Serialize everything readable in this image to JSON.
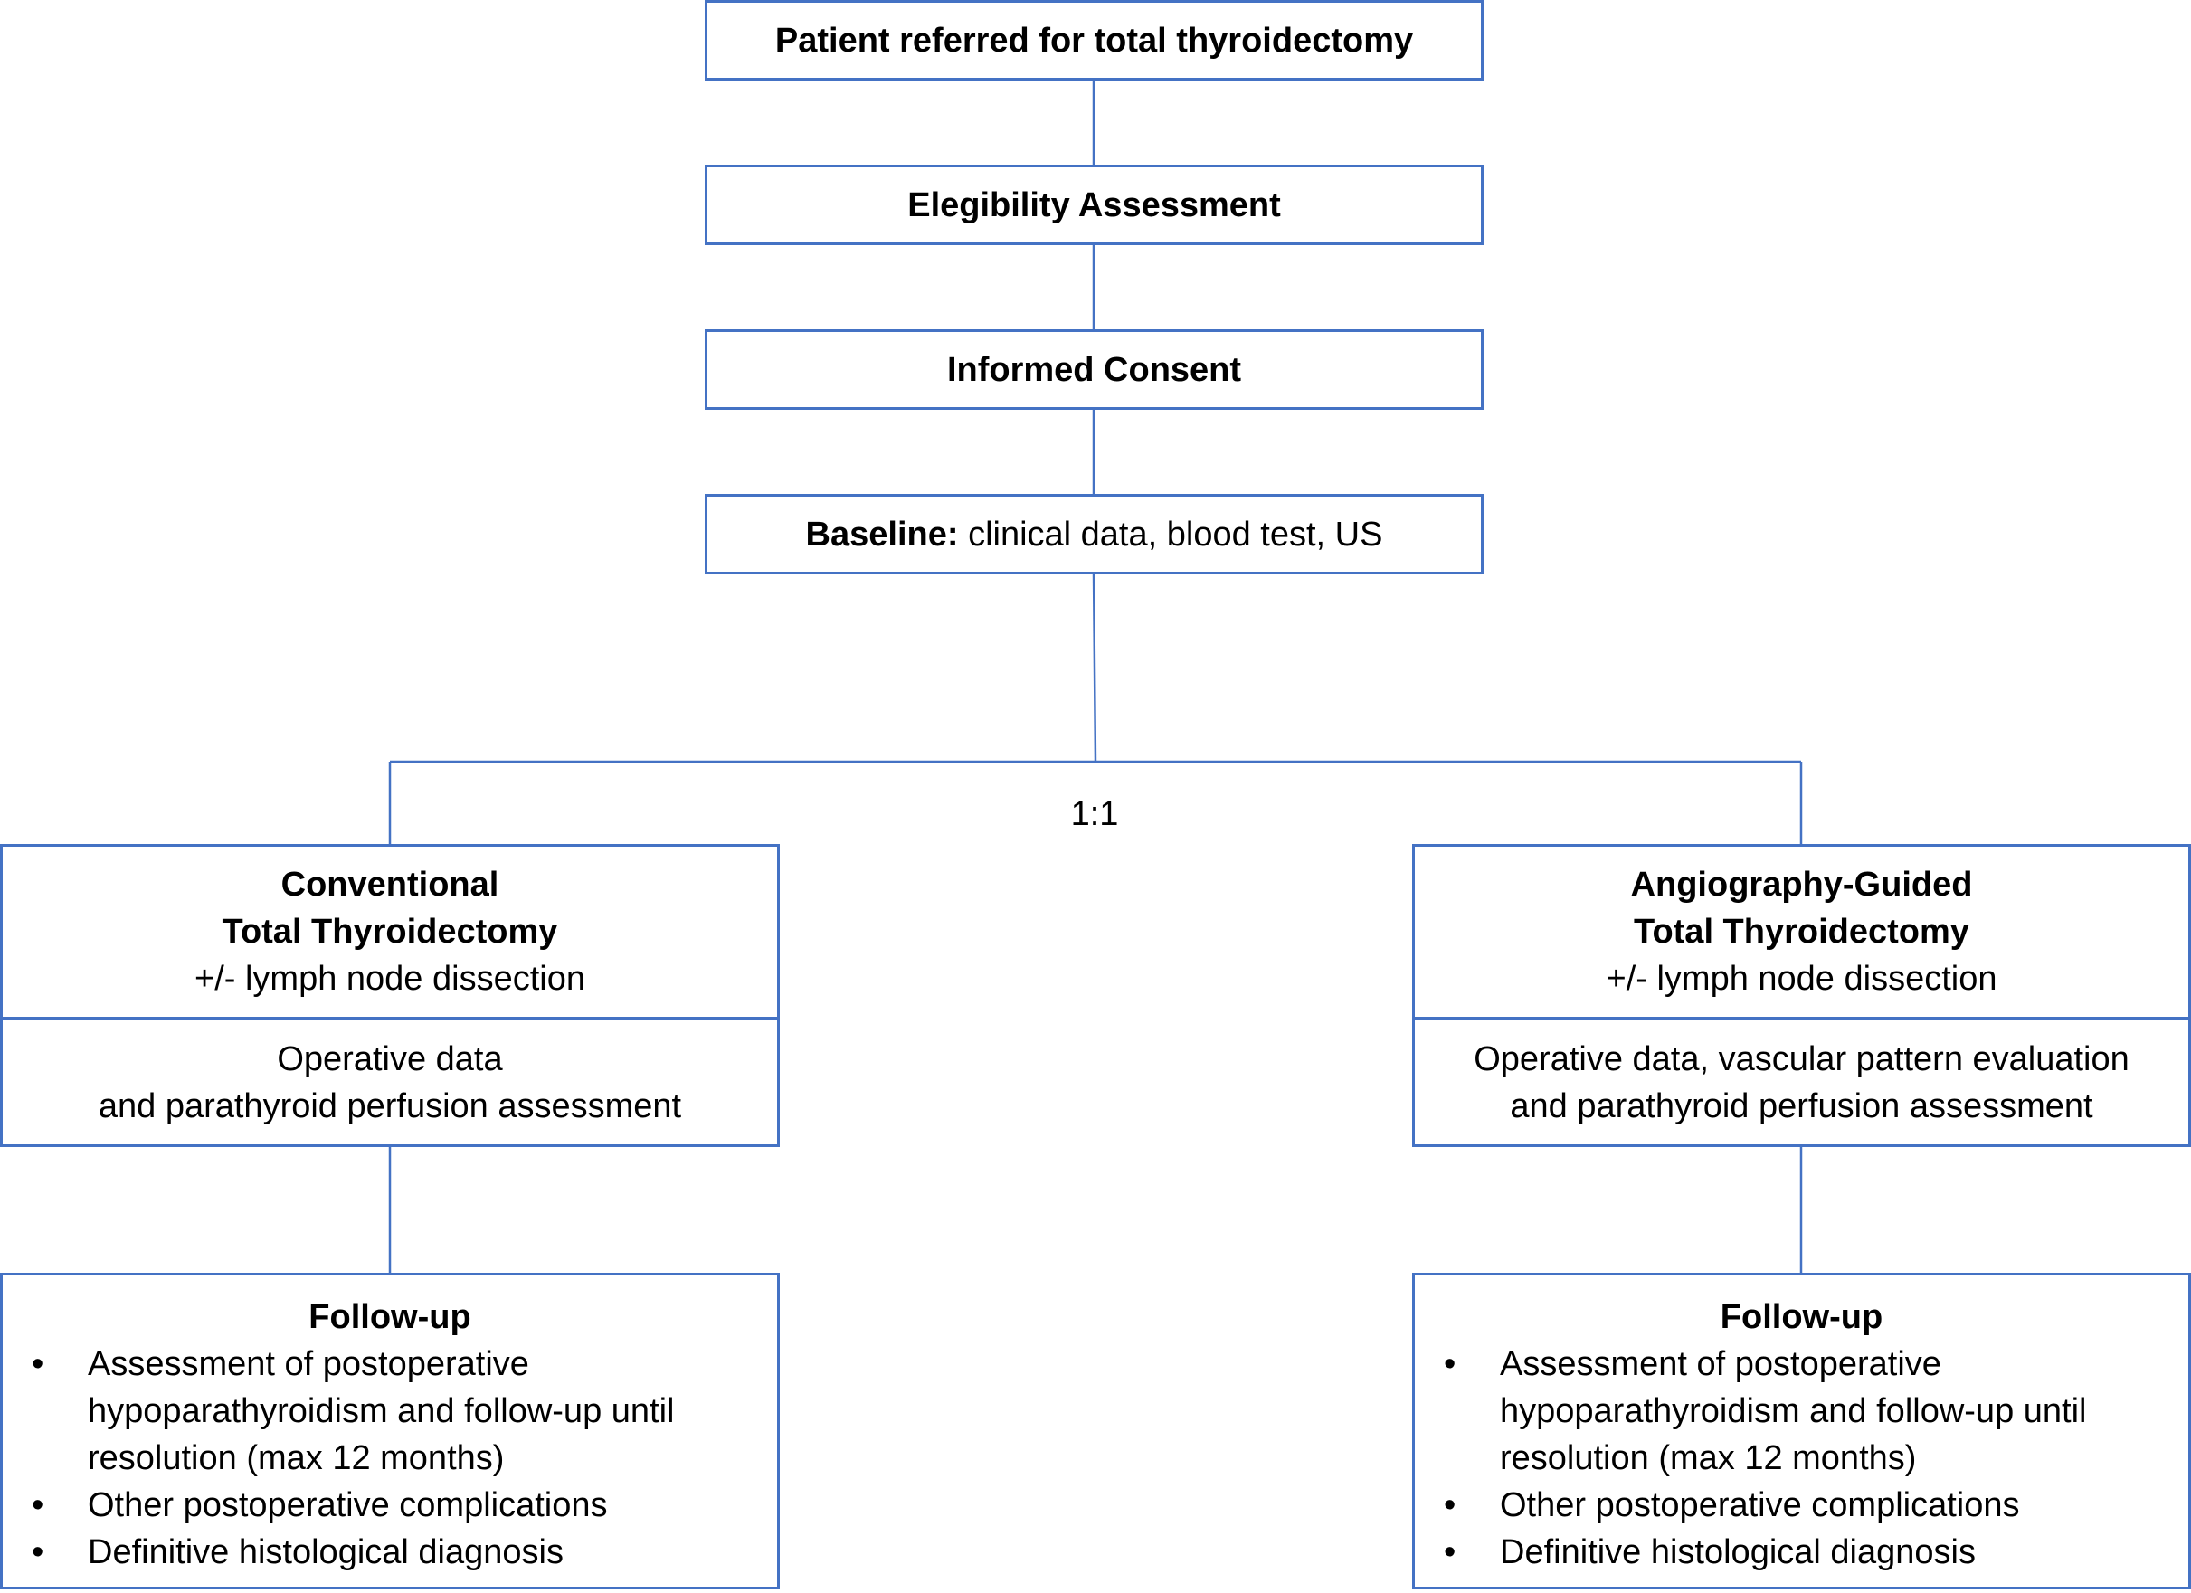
{
  "steps": {
    "referral": "Patient referred for total thyroidectomy",
    "eligibility": "Elegibility Assessment",
    "consent": "Informed Consent",
    "baseline_label": "Baseline:",
    "baseline_text": " clinical data, blood test, US"
  },
  "randomization": "1:1",
  "arms": {
    "left": {
      "title_line1": "Conventional",
      "title_line2": "Total Thyroidectomy",
      "subtitle": "+/- lymph node dissection",
      "operative_line1": "Operative data",
      "operative_line2": "and parathyroid perfusion assessment",
      "followup_title": "Follow-up",
      "followup_items": [
        "Assessment of postoperative hypoparathyroidism and follow-up until resolution (max 12 months)",
        "Other postoperative complications",
        "Definitive histological diagnosis"
      ]
    },
    "right": {
      "title_line1": "Angiography-Guided",
      "title_line2": "Total Thyroidectomy",
      "subtitle": "+/- lymph node dissection",
      "operative_line1": "Operative data, vascular pattern evaluation",
      "operative_line2": "and parathyroid perfusion assessment",
      "followup_title": "Follow-up",
      "followup_items": [
        "Assessment of postoperative hypoparathyroidism and follow-up until resolution (max 12 months)",
        "Other postoperative complications",
        "Definitive histological diagnosis"
      ]
    }
  },
  "colors": {
    "box_border": "#4472C4",
    "connector": "#4472C4"
  }
}
